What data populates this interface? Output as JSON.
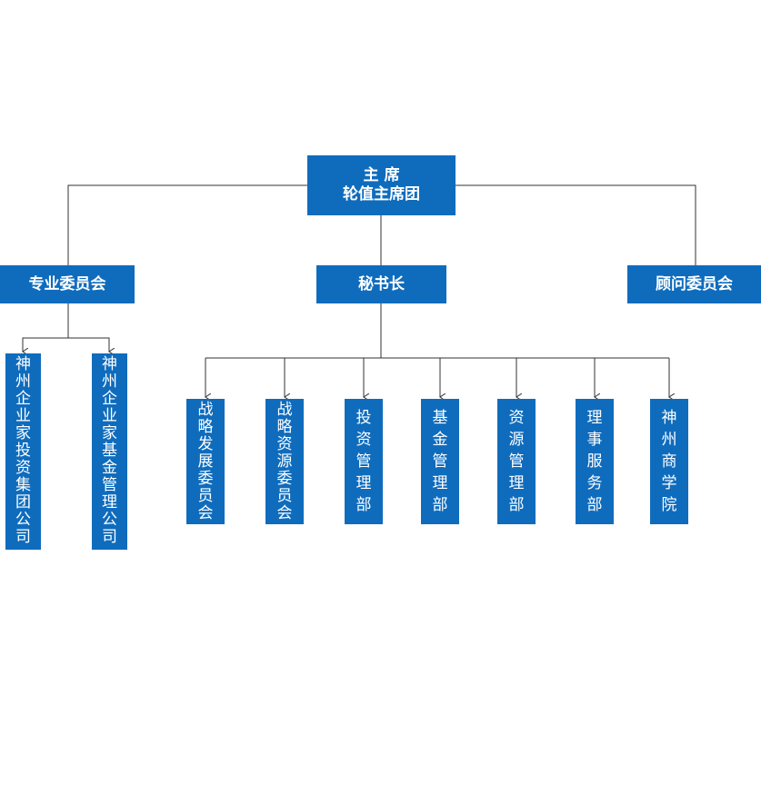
{
  "chairman": {
    "line1": "主 席",
    "line2": "轮值主席团"
  },
  "level2": {
    "committee": "专业委员会",
    "secretary": "秘书长",
    "advisory": "顾问委员会"
  },
  "committee_units": [
    "神州企业家投资集团公司",
    "神州企业家基金管理公司"
  ],
  "secretary_units": [
    "战略发展委员会",
    "战略资源委员会",
    "投资管理部",
    "基金管理部",
    "资源管理部",
    "理事服务部",
    "神州商学院"
  ],
  "colors": {
    "box": "#0f6cbd",
    "line": "#333333"
  }
}
